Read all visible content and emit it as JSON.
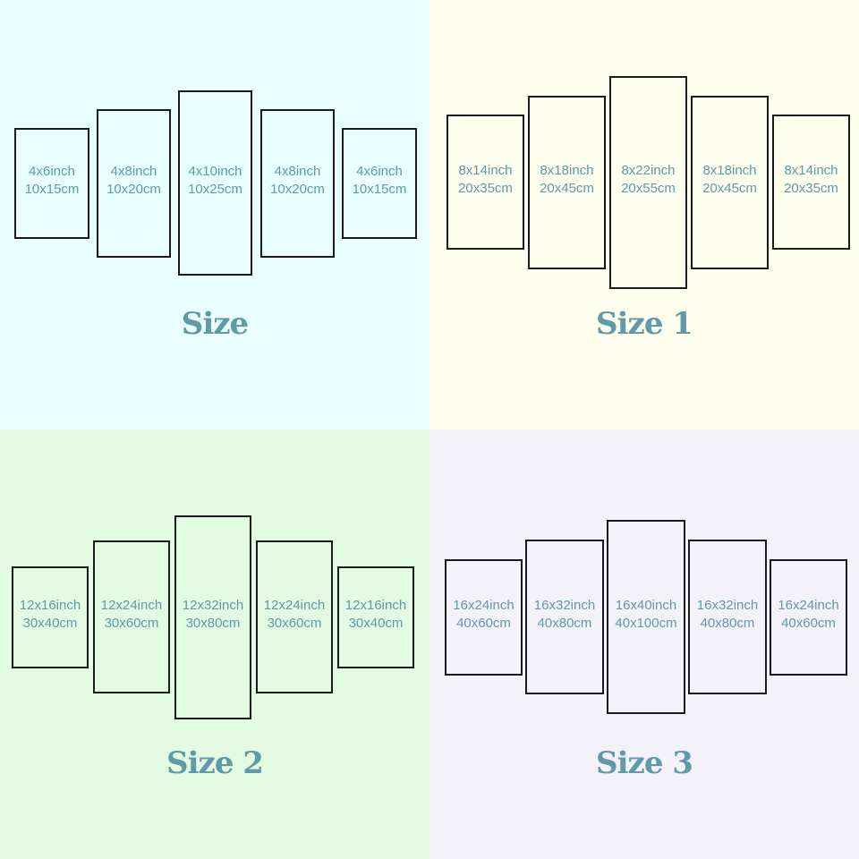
{
  "quadrants": [
    {
      "background": "#e9ffff",
      "label": "Size",
      "panels": [
        {
          "inch": "4x6inch",
          "cm": "10x15cm"
        },
        {
          "inch": "4x8inch",
          "cm": "10x20cm"
        },
        {
          "inch": "4x10inch",
          "cm": "10x25cm"
        },
        {
          "inch": "4x8inch",
          "cm": "10x20cm"
        },
        {
          "inch": "4x6inch",
          "cm": "10x15cm"
        }
      ]
    },
    {
      "background": "#fefeee",
      "label": "Size 1",
      "panels": [
        {
          "inch": "8x14inch",
          "cm": "20x35cm"
        },
        {
          "inch": "8x18inch",
          "cm": "20x45cm"
        },
        {
          "inch": "8x22inch",
          "cm": "20x55cm"
        },
        {
          "inch": "8x18inch",
          "cm": "20x45cm"
        },
        {
          "inch": "8x14inch",
          "cm": "20x35cm"
        }
      ]
    },
    {
      "background": "#e2fbe2",
      "label": "Size 2",
      "panels": [
        {
          "inch": "12x16inch",
          "cm": "30x40cm"
        },
        {
          "inch": "12x24inch",
          "cm": "30x60cm"
        },
        {
          "inch": "12x32inch",
          "cm": "30x80cm"
        },
        {
          "inch": "12x24inch",
          "cm": "30x60cm"
        },
        {
          "inch": "12x16inch",
          "cm": "30x40cm"
        }
      ]
    },
    {
      "background": "#f3f1fa",
      "label": "Size 3",
      "panels": [
        {
          "inch": "16x24inch",
          "cm": "40x60cm"
        },
        {
          "inch": "16x32inch",
          "cm": "40x80cm"
        },
        {
          "inch": "16x40inch",
          "cm": "40x100cm"
        },
        {
          "inch": "16x32inch",
          "cm": "40x80cm"
        },
        {
          "inch": "16x24inch",
          "cm": "40x60cm"
        }
      ]
    }
  ]
}
